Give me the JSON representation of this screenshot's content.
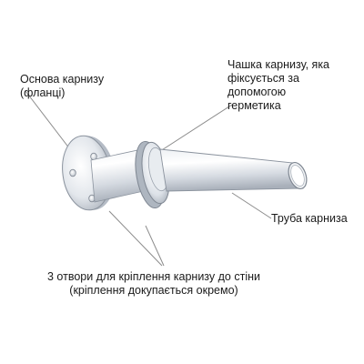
{
  "labels": {
    "base": [
      "Основа карнизу",
      "(фланці)"
    ],
    "cup": [
      "Чашка карнизу, яка",
      "фіксується за",
      "допомогою",
      "герметика"
    ],
    "tube": [
      "Труба карниза"
    ],
    "holes": [
      "3 отвори для кріплення карнизу до стіни",
      "(кріплення докупається окремо)"
    ]
  },
  "colors": {
    "metal_light": "#ffffff",
    "metal_mid": "#d8dde4",
    "metal_dark": "#9aa2ad",
    "outline": "#7a828d",
    "leader": "#8c8c8c",
    "text": "#1a1a1a"
  }
}
